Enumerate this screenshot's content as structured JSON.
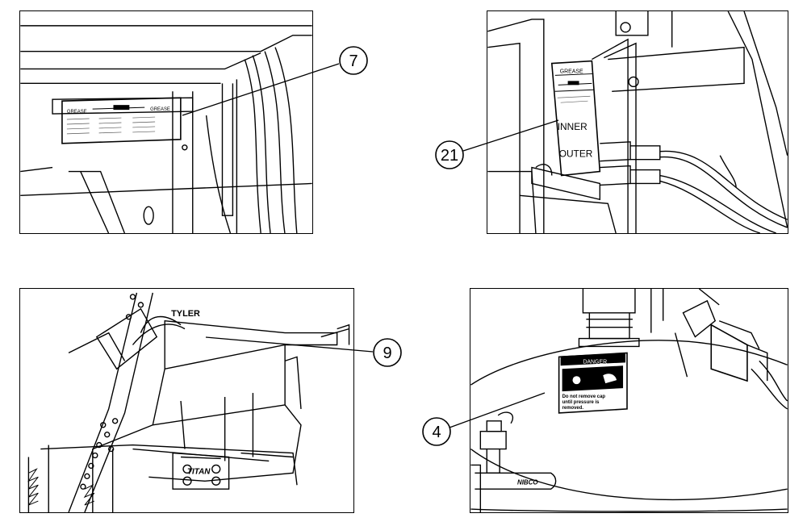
{
  "callouts": [
    {
      "number": "7"
    },
    {
      "number": "21"
    },
    {
      "number": "9"
    },
    {
      "number": "4"
    }
  ],
  "decals": {
    "grease_left": "GREASE",
    "grease_right": "GREASE",
    "inner_grease": "GREASE",
    "inner": "INNER",
    "outer": "OUTER",
    "tyler": "TYLER",
    "titan": "TITAN",
    "danger_title": "DANGER",
    "danger_line1": "Do not remove cap",
    "danger_line2": "until pressure is",
    "danger_line3": "removed.",
    "nibco": "NIBCO"
  }
}
